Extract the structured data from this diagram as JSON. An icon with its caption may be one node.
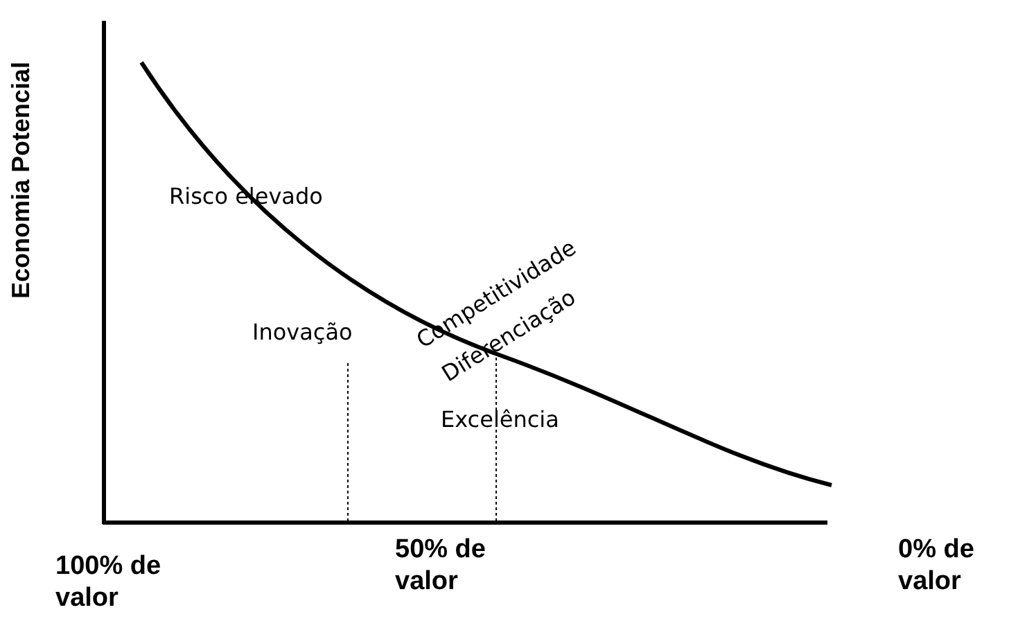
{
  "diagram": {
    "labels": [
      "Economia Potencial",
      "Risco elevado",
      "Competitividade",
      "Inovação",
      "Diferenciação",
      "Excelência",
      "100% de valor",
      "50% de valor",
      "0% de valor"
    ]
  }
}
